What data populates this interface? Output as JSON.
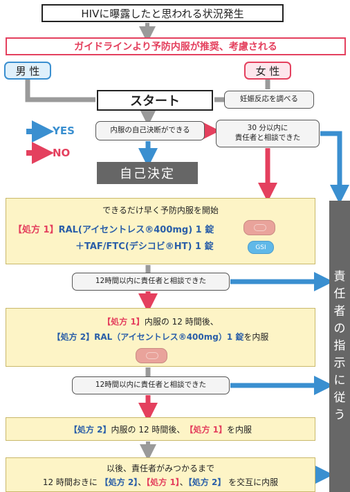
{
  "top": {
    "title": "HIVに曝露したと思われる状況発生",
    "guideline": "ガイドラインより予防内服が推奨、考慮される"
  },
  "sex": {
    "male": "男 性",
    "female": "女 性"
  },
  "flow": {
    "start": "スタート",
    "pregnancy_test": "妊娠反応を調べる",
    "self_decision_possible": "内服の自己決断ができる",
    "consult_30min_line1": "30 分以内に",
    "consult_30min_line2": "責任者と相談できた",
    "self_decision": "自己決定"
  },
  "legend": {
    "yes": "YES",
    "no": "NO"
  },
  "box1": {
    "line1": "できるだけ早く予防内服を開始",
    "rx1_tag": "【処方 1】",
    "rx1_drug1": "RAL(アイセントレス®400mg) 1 錠",
    "rx1_drug2": "＋TAF/FTC(デシコビ®HT) 1 錠",
    "tab_label": "GSI"
  },
  "consult12": "12時間以内に責任者と相談できた",
  "box2": {
    "rx1_tag": "【処方 1】",
    "line1_rest": "内服の 12 時間後、",
    "rx2_tag": "【処方 2】",
    "line2_drug": "RAL（アイセントレス®400mg）1 錠",
    "line2_rest": "を内服"
  },
  "box3": {
    "rx2_tag": "【処方 2】",
    "mid": " 内服の 12 時間後、",
    "rx1_tag": "【処方 1】",
    "end": " を内服"
  },
  "box4": {
    "line1": "以後、責任者がみつかるまで",
    "prefix": "12 時間おきに ",
    "rx2_tag_a": "【処方 2】",
    "sep1": "、",
    "rx1_tag": "【処方 1】",
    "sep2": "、",
    "rx2_tag_b": "【処方 2】",
    "end": " を交互に内服"
  },
  "sidebar": [
    "責",
    "任",
    "者",
    "の",
    "指",
    "示",
    "に",
    "従",
    "う"
  ],
  "colors": {
    "yes": "#3a8fd0",
    "no": "#e4405e",
    "neutral": "#9a9a9a",
    "box_fill": "#fdf4c6",
    "sidebar": "#676767"
  }
}
